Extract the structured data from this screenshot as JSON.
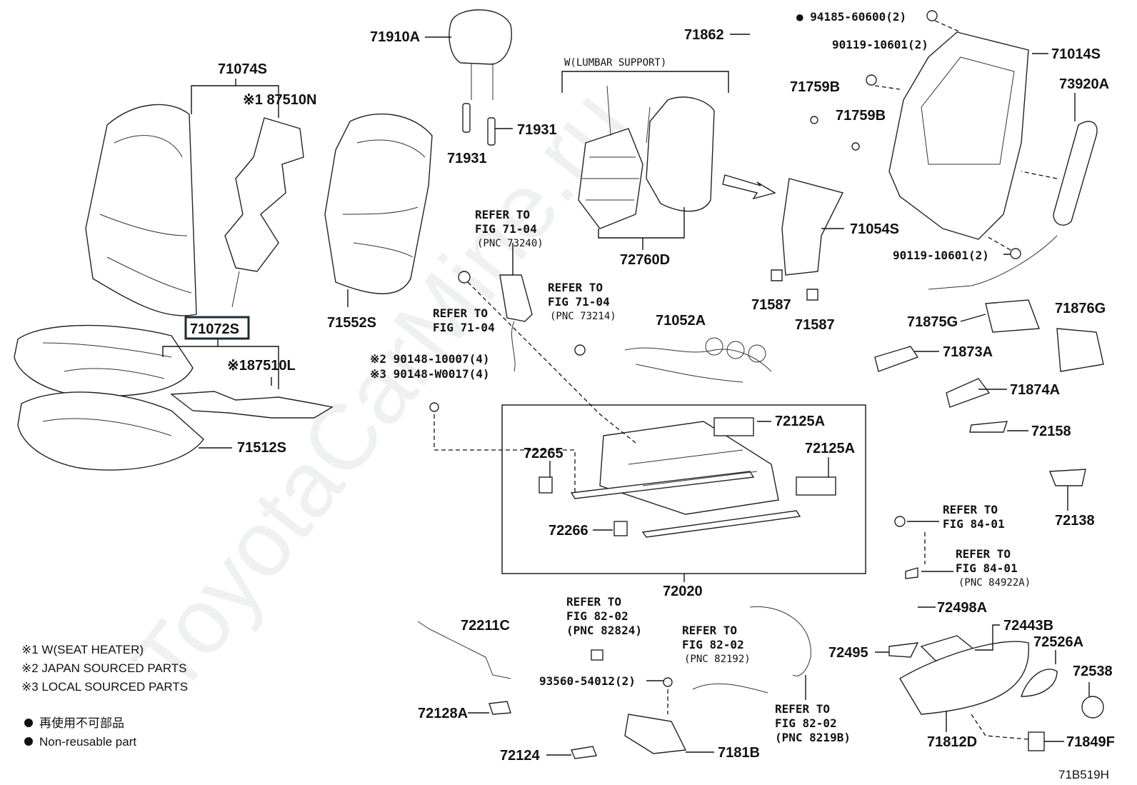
{
  "watermark": "ToyotaCarMine.ru",
  "lumbar_title": "W(LUMBAR SUPPORT)",
  "diagram_code": "71B519H",
  "parts": {
    "p71074S": "71074S",
    "p87510N": "※1 87510N",
    "p71552S": "71552S",
    "p71072S": "71072S",
    "p87510L": "※187510L",
    "p71512S": "71512S",
    "p71910A": "71910A",
    "p71931a": "71931",
    "p71931b": "71931",
    "p71862": "71862",
    "p94185": "94185-60600(2)",
    "p90119a": "90119-10601(2)",
    "p71014S": "71014S",
    "p73920A": "73920A",
    "p71759Ba": "71759B",
    "p71759Bb": "71759B",
    "p72760D": "72760D",
    "p71054S": "71054S",
    "p90119b": "90119-10601(2)",
    "p71587a": "71587",
    "p71587b": "71587",
    "p71052A": "71052A",
    "p71875G": "71875G",
    "p71876G": "71876G",
    "p71873A": "71873A",
    "p71874A": "71874A",
    "p72158": "72158",
    "p72138": "72138",
    "p90148a": "※2 90148-10007(4)",
    "p90148b": "※3 90148-W0017(4)",
    "p72125Aa": "72125A",
    "p72125Ab": "72125A",
    "p72265": "72265",
    "p72266": "72266",
    "p72020": "72020",
    "p72211C": "72211C",
    "p72128A": "72128A",
    "p72124": "72124",
    "p93560": "93560-54012(2)",
    "p7181B": "7181B",
    "p72498A": "72498A",
    "p72443B": "72443B",
    "p72495": "72495",
    "p72526A": "72526A",
    "p72538": "72538",
    "p71812D": "71812D",
    "p71849F": "71849F"
  },
  "refs": {
    "r1": [
      "REFER TO",
      "FIG 71-04",
      "(PNC 73240)"
    ],
    "r2": [
      "REFER TO",
      "FIG 71-04"
    ],
    "r3": [
      "REFER TO",
      "FIG 71-04",
      "(PNC 73214)"
    ],
    "r4": [
      "REFER TO",
      "FIG 84-01"
    ],
    "r5": [
      "REFER TO",
      "FIG 84-01",
      "(PNC 84922A)"
    ],
    "r6": [
      "REFER TO",
      "FIG 82-02",
      "(PNC 82824)"
    ],
    "r7": [
      "REFER TO",
      "FIG 82-02",
      "(PNC 82192)"
    ],
    "r8": [
      "REFER TO",
      "FIG 82-02",
      "(PNC 8219B)"
    ]
  },
  "notes": {
    "n1": "※1 W(SEAT HEATER)",
    "n2": "※2 JAPAN SOURCED PARTS",
    "n3": "※3 LOCAL SOURCED PARTS",
    "legend_jp": "再使用不可部品",
    "legend_en": "Non-reusable part"
  }
}
